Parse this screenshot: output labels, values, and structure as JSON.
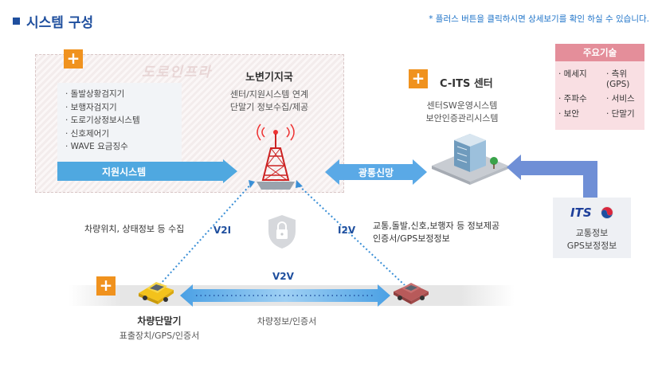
{
  "header": {
    "title": "시스템 구성",
    "notice": "* 플러스 버튼을 클릭하시면 상세보기를 확인 하실 수 있습니다."
  },
  "infra": {
    "area_label": "도로인프라",
    "systems": [
      "· 돌발상황검지기",
      "· 보행자검지기",
      "· 도로기상정보시스템",
      "· 신호제어기",
      "· WAVE 요금징수"
    ],
    "support_label": "지원시스템"
  },
  "rse": {
    "title": "노변기지국",
    "desc1": "센터/지원시스템 연계",
    "desc2": "단말기 정보수집/제공"
  },
  "center": {
    "title": "C-ITS 센터",
    "desc1": "센터SW운영시스템",
    "desc2": "보안인증관리시스템"
  },
  "optical_label": "광통신망",
  "key_tech": {
    "title": "주요기술",
    "items": [
      "· 메세지",
      "· 측위(GPS)",
      "· 주파수",
      "· 서비스",
      "· 보안",
      "· 단말기"
    ]
  },
  "its": {
    "logo_text": "ITS",
    "desc1": "교통정보",
    "desc2": "GPS보정정보"
  },
  "links": {
    "v2i": "V2I",
    "i2v": "I2V",
    "v2v": "V2V",
    "v2i_desc": "차량위치, 상태정보 등 수집",
    "i2v_desc1": "교통,돌발,신호,보행자 등 정보제공",
    "i2v_desc2": "인증서/GPS보정정보",
    "v2v_desc": "차량정보/인증서"
  },
  "vehicle": {
    "title": "차량단말기",
    "desc": "표출장치/GPS/인증서"
  },
  "plus_symbol": "+",
  "colors": {
    "title": "#1f4f9e",
    "accent_orange": "#f0921e",
    "arrow_blue": "#4fa8e0",
    "key_tech_head": "#e48e9a",
    "key_tech_bg": "#f9dfe3"
  }
}
